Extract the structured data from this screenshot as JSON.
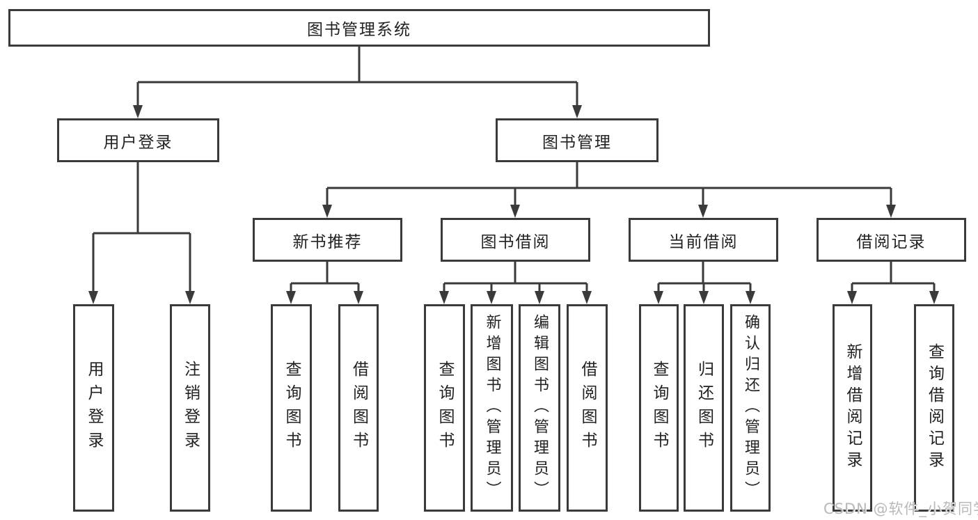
{
  "diagram": {
    "title": "图书管理系统",
    "nodes": {
      "root": {
        "label": "图书管理系统"
      },
      "login": {
        "label": "用户登录"
      },
      "book_mgmt": {
        "label": "图书管理"
      },
      "new_book": {
        "label": "新书推荐"
      },
      "book_borrow": {
        "label": "图书借阅"
      },
      "current_borrow": {
        "label": "当前借阅"
      },
      "borrow_record": {
        "label": "借阅记录"
      },
      "user_login": {
        "label": "用户登录"
      },
      "logout": {
        "label": "注销登录"
      },
      "nb_query": {
        "label": "查询图书"
      },
      "nb_borrow": {
        "label": "借阅图书"
      },
      "bb_query": {
        "label": "查询图书"
      },
      "bb_add": {
        "label": "新增图书（管理员）"
      },
      "bb_edit": {
        "label": "编辑图书（管理员）"
      },
      "bb_borrow": {
        "label": "借阅图书"
      },
      "cb_query": {
        "label": "查询图书"
      },
      "cb_return": {
        "label": "归还图书"
      },
      "cb_confirm": {
        "label": "确认归还（管理员）"
      },
      "br_add": {
        "label": "新增借阅记录"
      },
      "br_query": {
        "label": "查询借阅记录"
      }
    },
    "edges": [
      [
        "root",
        "login"
      ],
      [
        "root",
        "book_mgmt"
      ],
      [
        "login",
        "user_login"
      ],
      [
        "login",
        "logout"
      ],
      [
        "book_mgmt",
        "new_book"
      ],
      [
        "book_mgmt",
        "book_borrow"
      ],
      [
        "book_mgmt",
        "current_borrow"
      ],
      [
        "book_mgmt",
        "borrow_record"
      ],
      [
        "new_book",
        "nb_query"
      ],
      [
        "new_book",
        "nb_borrow"
      ],
      [
        "book_borrow",
        "bb_query"
      ],
      [
        "book_borrow",
        "bb_add"
      ],
      [
        "book_borrow",
        "bb_edit"
      ],
      [
        "book_borrow",
        "bb_borrow"
      ],
      [
        "current_borrow",
        "cb_query"
      ],
      [
        "current_borrow",
        "cb_return"
      ],
      [
        "current_borrow",
        "cb_confirm"
      ],
      [
        "borrow_record",
        "br_add"
      ],
      [
        "borrow_record",
        "br_query"
      ]
    ],
    "colors": {
      "line": "#3a3a3a",
      "text": "#222222",
      "background": "#ffffff",
      "watermark": "#b9b9b9"
    },
    "watermark": "CSDN @软件_小贺同学"
  }
}
